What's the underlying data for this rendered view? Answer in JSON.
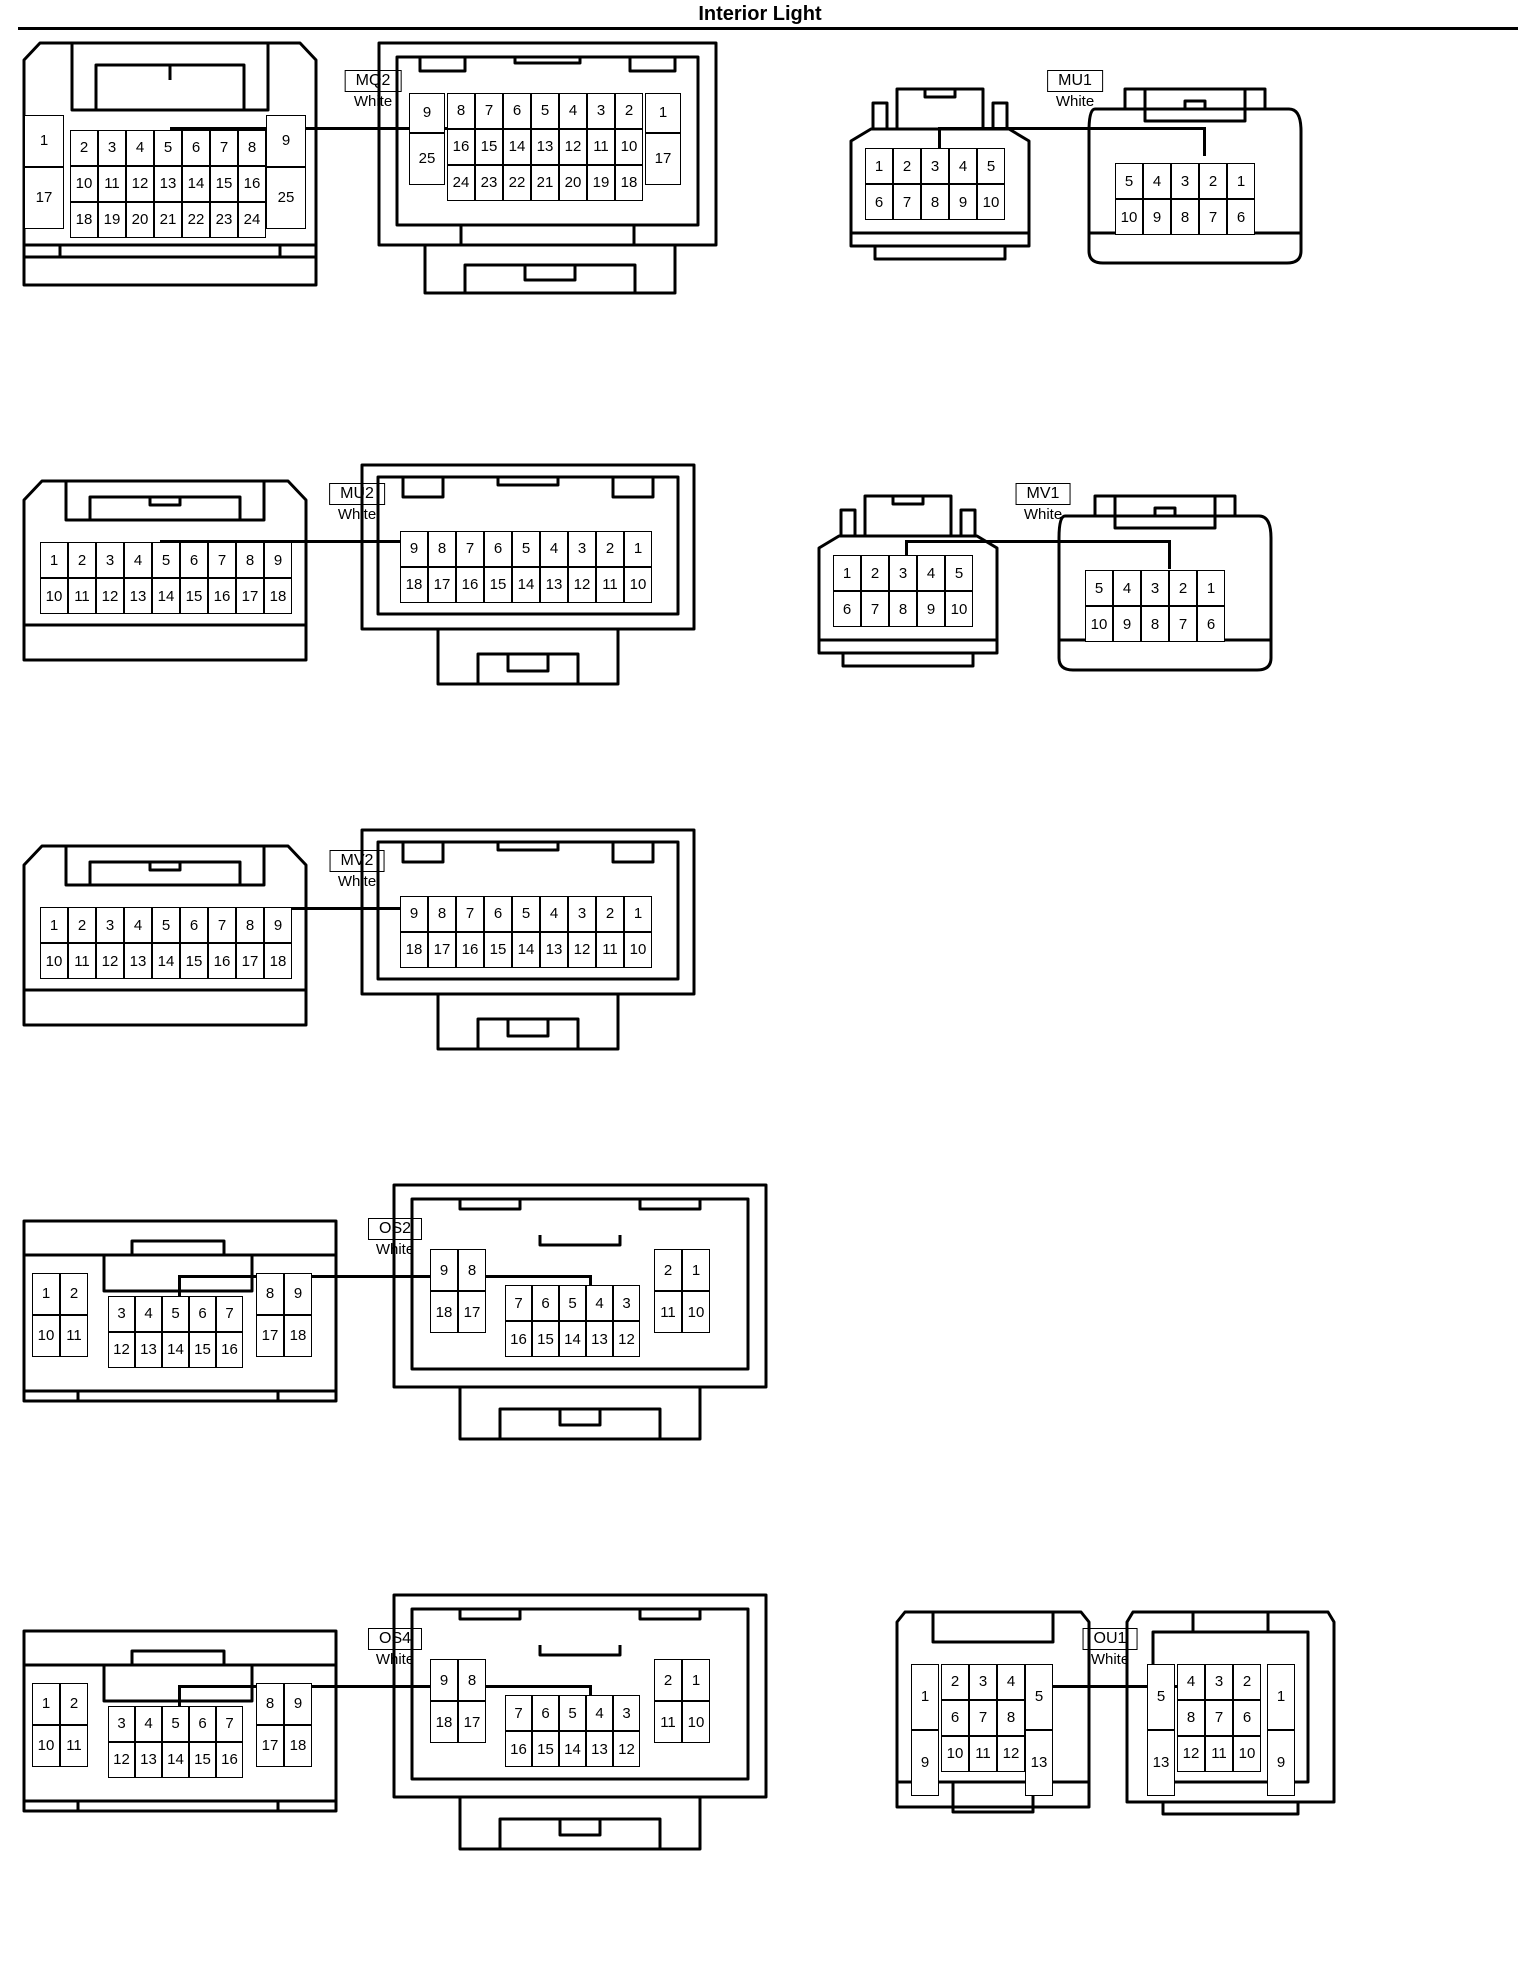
{
  "title": "Interior Light",
  "connectors": [
    {
      "id": "mq2",
      "code": "MQ2",
      "color": "White",
      "male": [
        "1",
        "2",
        "3",
        "4",
        "5",
        "6",
        "7",
        "8",
        "9",
        "17",
        "10",
        "11",
        "12",
        "13",
        "14",
        "15",
        "16",
        "25",
        "18",
        "19",
        "20",
        "21",
        "22",
        "23",
        "24"
      ],
      "female": [
        "9",
        "8",
        "7",
        "6",
        "5",
        "4",
        "3",
        "2",
        "1",
        "25",
        "16",
        "15",
        "14",
        "13",
        "12",
        "11",
        "10",
        "17",
        "24",
        "23",
        "22",
        "21",
        "20",
        "19",
        "18"
      ]
    },
    {
      "id": "mu1",
      "code": "MU1",
      "color": "White",
      "male": [
        "1",
        "2",
        "3",
        "4",
        "5",
        "6",
        "7",
        "8",
        "9",
        "10"
      ],
      "female": [
        "5",
        "4",
        "3",
        "2",
        "1",
        "10",
        "9",
        "8",
        "7",
        "6"
      ]
    },
    {
      "id": "mu2",
      "code": "MU2",
      "color": "White",
      "male": [
        "1",
        "2",
        "3",
        "4",
        "5",
        "6",
        "7",
        "8",
        "9",
        "10",
        "11",
        "12",
        "13",
        "14",
        "15",
        "16",
        "17",
        "18"
      ],
      "female": [
        "9",
        "8",
        "7",
        "6",
        "5",
        "4",
        "3",
        "2",
        "1",
        "18",
        "17",
        "16",
        "15",
        "14",
        "13",
        "12",
        "11",
        "10"
      ]
    },
    {
      "id": "mv1",
      "code": "MV1",
      "color": "White",
      "male": [
        "1",
        "2",
        "3",
        "4",
        "5",
        "6",
        "7",
        "8",
        "9",
        "10"
      ],
      "female": [
        "5",
        "4",
        "3",
        "2",
        "1",
        "10",
        "9",
        "8",
        "7",
        "6"
      ]
    },
    {
      "id": "mv2",
      "code": "MV2",
      "color": "White",
      "male": [
        "1",
        "2",
        "3",
        "4",
        "5",
        "6",
        "7",
        "8",
        "9",
        "10",
        "11",
        "12",
        "13",
        "14",
        "15",
        "16",
        "17",
        "18"
      ],
      "female": [
        "9",
        "8",
        "7",
        "6",
        "5",
        "4",
        "3",
        "2",
        "1",
        "18",
        "17",
        "16",
        "15",
        "14",
        "13",
        "12",
        "11",
        "10"
      ]
    },
    {
      "id": "os2",
      "code": "OS2",
      "color": "White",
      "male": [
        "1",
        "2",
        "10",
        "11",
        "3",
        "4",
        "5",
        "6",
        "7",
        "12",
        "13",
        "14",
        "15",
        "16",
        "8",
        "9",
        "17",
        "18"
      ],
      "female": [
        "9",
        "8",
        "18",
        "17",
        "7",
        "6",
        "5",
        "4",
        "3",
        "16",
        "15",
        "14",
        "13",
        "12",
        "2",
        "1",
        "11",
        "10"
      ]
    },
    {
      "id": "os4",
      "code": "OS4",
      "color": "White",
      "male": [
        "1",
        "2",
        "10",
        "11",
        "3",
        "4",
        "5",
        "6",
        "7",
        "12",
        "13",
        "14",
        "15",
        "16",
        "8",
        "9",
        "17",
        "18"
      ],
      "female": [
        "9",
        "8",
        "18",
        "17",
        "7",
        "6",
        "5",
        "4",
        "3",
        "16",
        "15",
        "14",
        "13",
        "12",
        "2",
        "1",
        "11",
        "10"
      ]
    },
    {
      "id": "ou1",
      "code": "OU1",
      "color": "White",
      "male": [
        "1",
        "9",
        "2",
        "3",
        "4",
        "6",
        "7",
        "8",
        "10",
        "11",
        "12",
        "5",
        "13"
      ],
      "female": [
        "5",
        "13",
        "4",
        "3",
        "2",
        "8",
        "7",
        "6",
        "12",
        "11",
        "10",
        "1",
        "9"
      ]
    }
  ]
}
